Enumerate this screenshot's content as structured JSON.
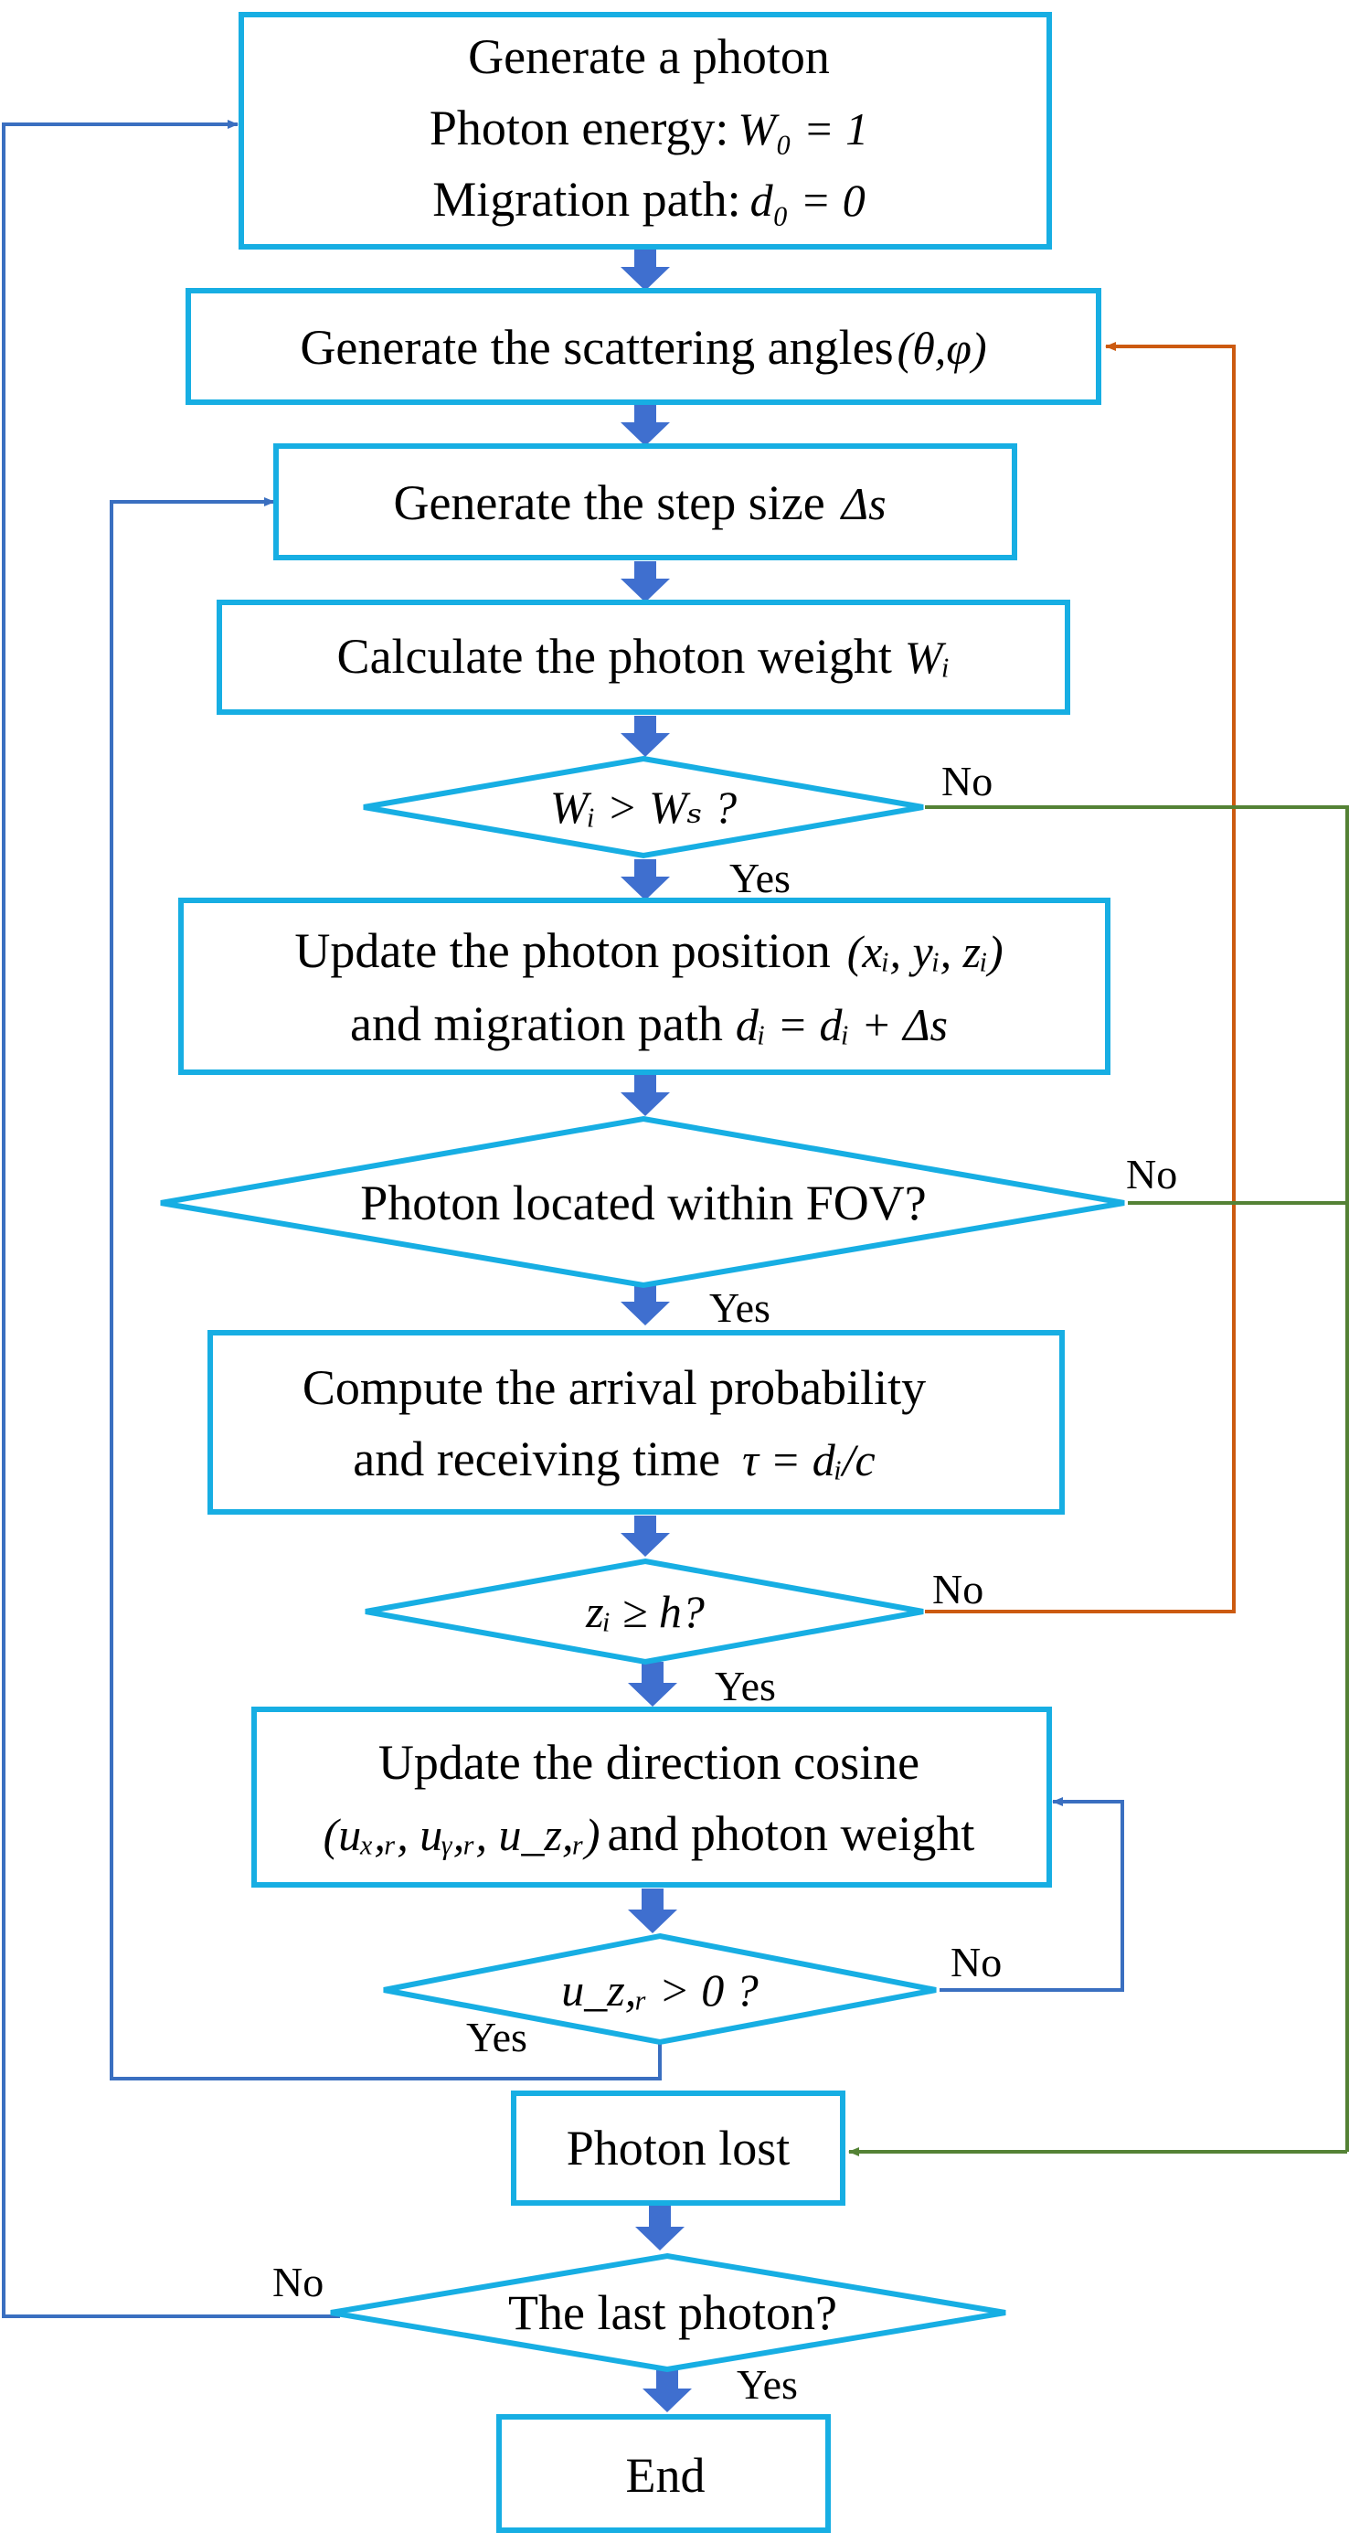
{
  "nodes": {
    "generate_photon": {
      "line1": "Generate a photon",
      "line2_text": "Photon energy:",
      "line2_math": "W₀ = 1",
      "line3_text": "Migration path:",
      "line3_math": "d₀ = 0"
    },
    "scattering": {
      "text": "Generate the scattering angles",
      "math": "(θ,φ)"
    },
    "step_size": {
      "text": "Generate the step size",
      "math": "Δs"
    },
    "photon_weight": {
      "text": "Calculate the photon weight",
      "math": "Wᵢ"
    },
    "weight_check": {
      "math": "Wᵢ > Wₛ ?"
    },
    "update_position": {
      "line1_text": "Update the photon position",
      "line1_math": "(xᵢ, yᵢ, zᵢ)",
      "line2_text": "and migration path",
      "line2_math": "dᵢ = dᵢ + Δs"
    },
    "fov_check": {
      "text": "Photon located within FOV?"
    },
    "arrival": {
      "line1": "Compute the arrival probability",
      "line2_text": "and receiving time",
      "line2_math": "τ = dᵢ/c"
    },
    "height_check": {
      "math": "zᵢ ≥ h?"
    },
    "update_direction": {
      "line1": "Update the direction cosine",
      "line2_math": "(uₓ,ᵣ, uᵧ,ᵣ, u_z,ᵣ)",
      "line2_text": "and photon weight"
    },
    "uz_check": {
      "math": "u_z,ᵣ > 0 ?"
    },
    "photon_lost": {
      "text": "Photon lost"
    },
    "last_photon": {
      "text": "The last photon?"
    },
    "end": {
      "text": "End"
    }
  },
  "labels": {
    "yes": "Yes",
    "no": "No"
  },
  "colors": {
    "box_stroke": "#17aee3",
    "main_arrow": "#3f6fcf",
    "blue_loop": "#3a6fc0",
    "orange_loop": "#cc5a10",
    "green_loop": "#548235"
  }
}
